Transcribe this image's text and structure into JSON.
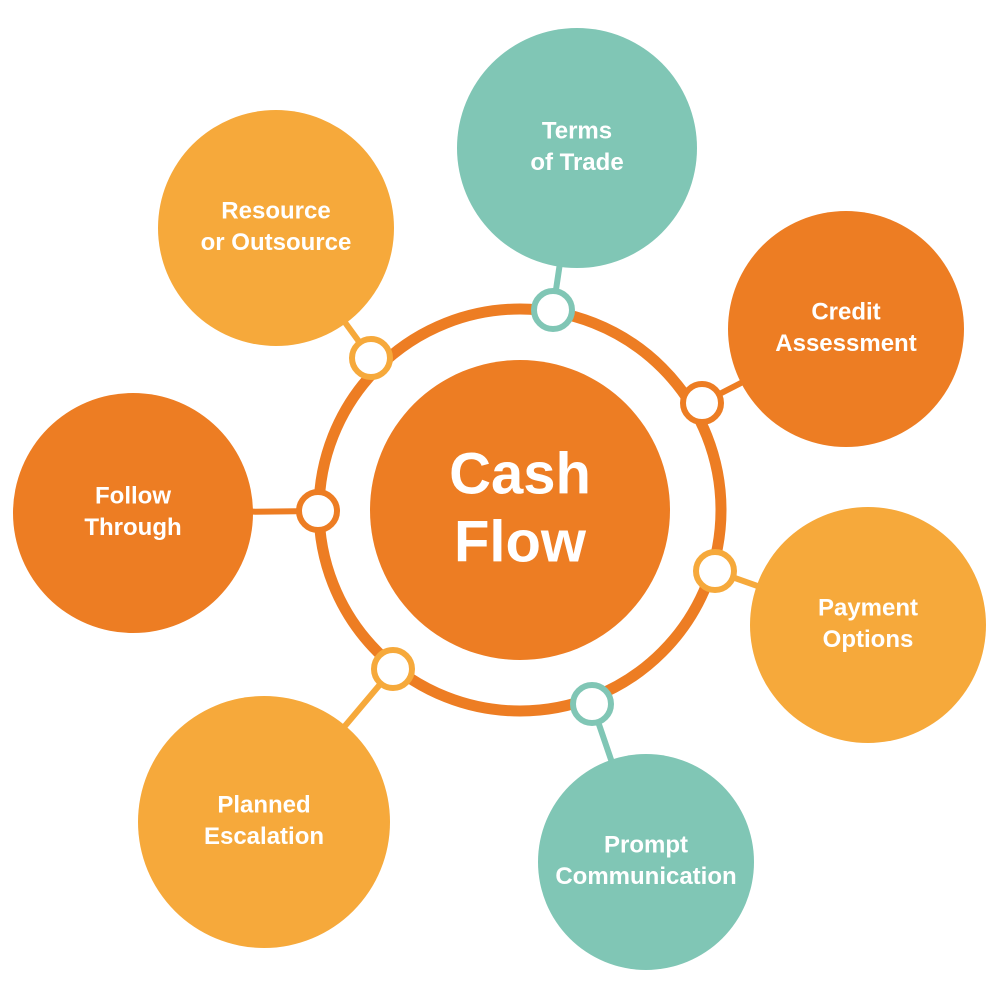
{
  "colors": {
    "dark_orange": "#ED7D23",
    "light_orange": "#F6A93B",
    "teal": "#80C6B5",
    "background": "#FFFFFF"
  },
  "hub": {
    "label_line1": "Cash",
    "label_line2": "Flow",
    "color": "dark_orange"
  },
  "nodes": [
    {
      "id": "terms-of-trade",
      "lines": [
        "Terms",
        "of Trade"
      ],
      "color": "teal"
    },
    {
      "id": "credit-assessment",
      "lines": [
        "Credit",
        "Assessment"
      ],
      "color": "dark_orange"
    },
    {
      "id": "payment-options",
      "lines": [
        "Payment",
        "Options"
      ],
      "color": "light_orange"
    },
    {
      "id": "prompt-communication",
      "lines": [
        "Prompt",
        "Communication"
      ],
      "color": "teal"
    },
    {
      "id": "planned-escalation",
      "lines": [
        "Planned",
        "Escalation"
      ],
      "color": "light_orange"
    },
    {
      "id": "follow-through",
      "lines": [
        "Follow",
        "Through"
      ],
      "color": "dark_orange"
    },
    {
      "id": "resource-or-outsource",
      "lines": [
        "Resource",
        "or Outsource"
      ],
      "color": "light_orange"
    }
  ]
}
